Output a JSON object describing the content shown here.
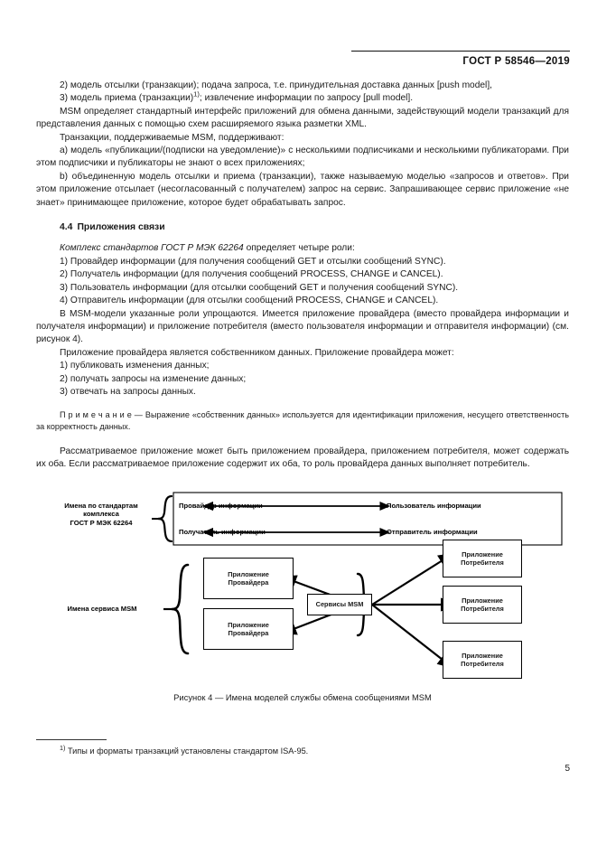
{
  "header": {
    "standard_title": "ГОСТ Р 58546—2019"
  },
  "body": {
    "item_2": "2) модель отсылки (транзакции); подача запроса, т.е. принудительная доставка данных [push model],",
    "item_3_pre": "3) модель приема (транзакции)",
    "item_3_footnote_marker": "1)",
    "item_3_post": "; извлечение информации по запросу [pull model].",
    "para_msm": "MSM определяет стандартный интерфейс приложений для обмена данными, задействующий модели транзакций для представления данных с помощью схем расширяемого языка разметки XML.",
    "para_transactions": "Транзакции, поддерживаемые MSM, поддерживают:",
    "item_a": "a) модель «публикации/(подписки на уведомление)» с несколькими подписчиками и несколькими публикаторами. При этом подписчики и публикаторы не знают о всех приложениях;",
    "item_b": "b) объединенную модель отсылки и приема (транзакции), также называемую моделью «запросов и ответов». При этом приложение отсылает (несогласованный с получателем) запрос на сервис. Запрашивающее сервис приложение «не знает» принимающее приложение, которое будет обрабатывать запрос.",
    "section_number": "4.4",
    "section_title": "Приложения связи",
    "para_roles_italic": "Комплекс стандартов ГОСТ Р МЭК 62264",
    "para_roles_rest": " определяет четыре роли:",
    "role_1": "1) Провайдер информации (для получения сообщений GET и отсылки сообщений SYNC).",
    "role_2": "2) Получатель информации (для получения сообщений PROCESS, CHANGE и CANCEL).",
    "role_3": "3) Пользователь информации (для отсылки сообщений GET и получения сообщений SYNC).",
    "role_4": "4) Отправитель информации (для отсылки сообщений PROCESS, CHANGE и CANCEL).",
    "para_msm_model": "В MSM-модели указанные роли упрощаются. Имеется приложение провайдера (вместо провайдера информации и получателя информации) и приложение потребителя (вместо пользователя информации и отправителя информации) (см. рисунок 4).",
    "para_provider_owner": "Приложение провайдера является собственником данных. Приложение провайдера может:",
    "provider_1": "1) публиковать изменения данных;",
    "provider_2": "2) получать запросы на изменение данных;",
    "provider_3": "3) отвечать на запросы данных.",
    "note_label": "П р и м е ч а н и е",
    "note_text": " — Выражение «собственник данных» используется для идентификации приложения, несущего ответственность за корректность данных.",
    "para_considered": "Рассматриваемое приложение может быть приложением провайдера, приложением потребителя, может содержать их оба. Если рассматриваемое приложение содержит их оба, то роль провайдера данных выполняет потребитель."
  },
  "figure": {
    "caption": "Рисунок 4 — Имена моделей службы обмена сообщениями MSM",
    "left_label_top_line1": "Имена по стандартам",
    "left_label_top_line2": "комплекса",
    "left_label_top_line3": "ГОСТ Р МЭК 62264",
    "left_label_bottom": "Имена сервиса MSM",
    "top_row1_left": "Провайдер информации",
    "top_row1_right": "Пользователь информации",
    "top_row2_left": "Получатель информации",
    "top_row2_right": "Отправитель информации",
    "provider_box_line1": "Приложение",
    "provider_box_line2": "Провайдера",
    "services_box": "Сервисы MSM",
    "consumer_box_line1": "Приложение",
    "consumer_box_line2": "Потребителя"
  },
  "footnote": {
    "marker": "1)",
    "text": " Типы и форматы транзакций установлены стандартом ISA-95."
  },
  "page_number": "5"
}
